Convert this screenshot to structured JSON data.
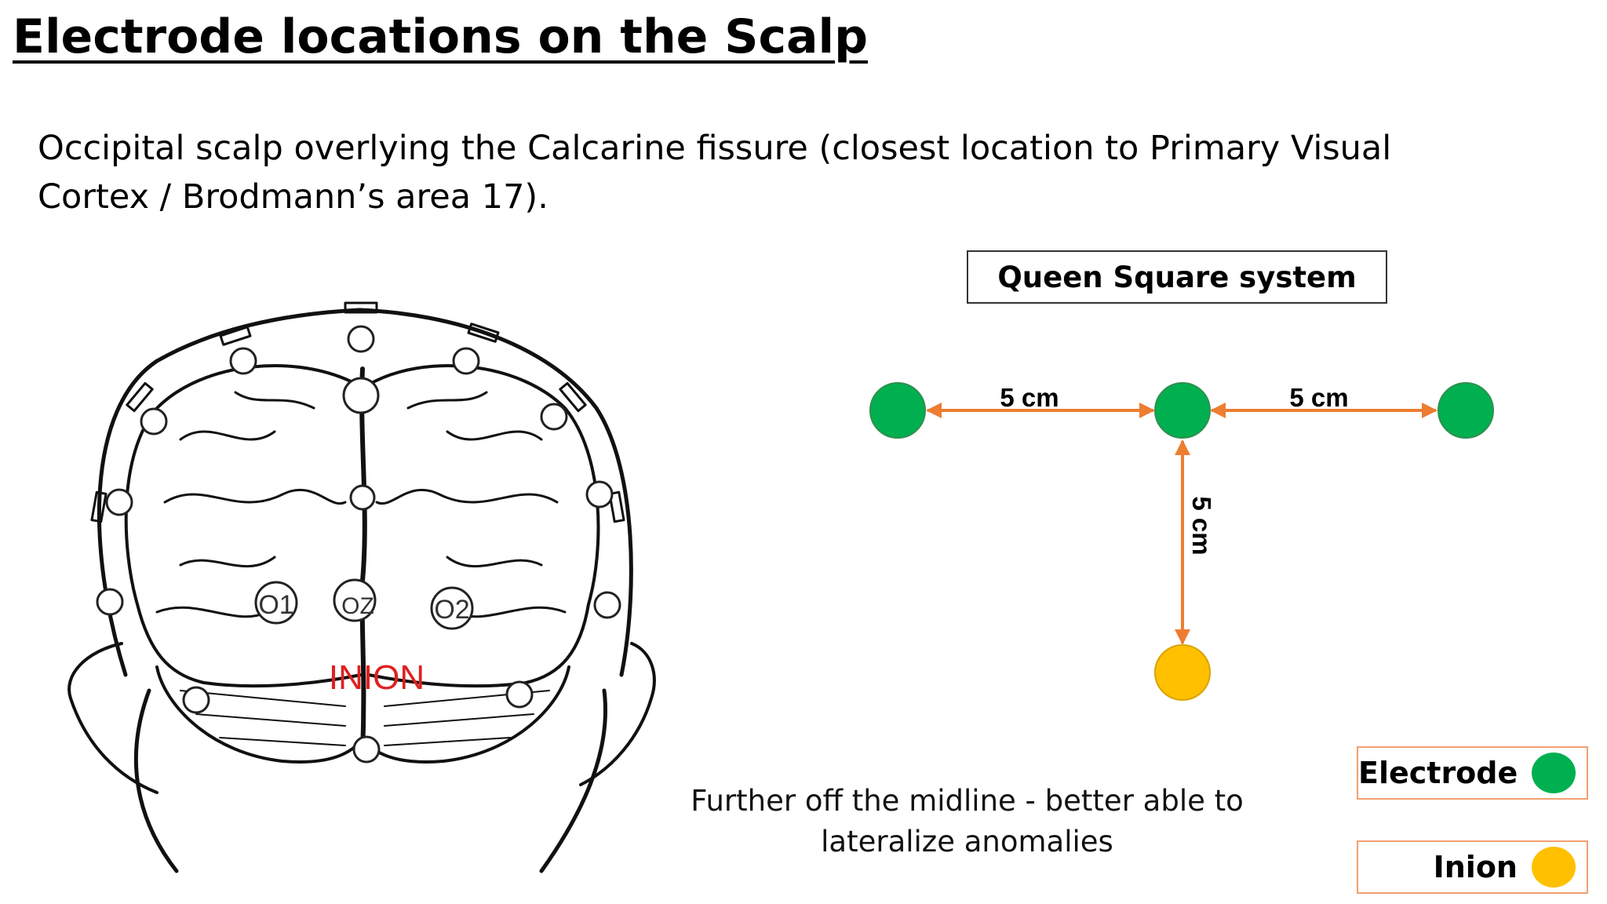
{
  "title": "Electrode locations on the Scalp",
  "subtitle": "Occipital scalp overlying the Calcarine fissure (closest location to Primary Visual Cortex / Brodmann’s area 17).",
  "head_labels": {
    "o1": "O1",
    "oz": "OZ",
    "o2": "O2",
    "inion": "INION"
  },
  "queen_square": {
    "title": "Queen Square system",
    "left_distance": "5 cm",
    "right_distance": "5 cm",
    "vertical_distance": "5 cm"
  },
  "caption": "Further off the midline -  better able to lateralize anomalies",
  "legend": {
    "electrode": "Electrode",
    "inion": "Inion"
  },
  "colors": {
    "electrode": "#00b050",
    "inion": "#ffc000",
    "arrow": "#ed7d31",
    "inion_label": "#e02020",
    "legend_border": "#f2a070"
  }
}
